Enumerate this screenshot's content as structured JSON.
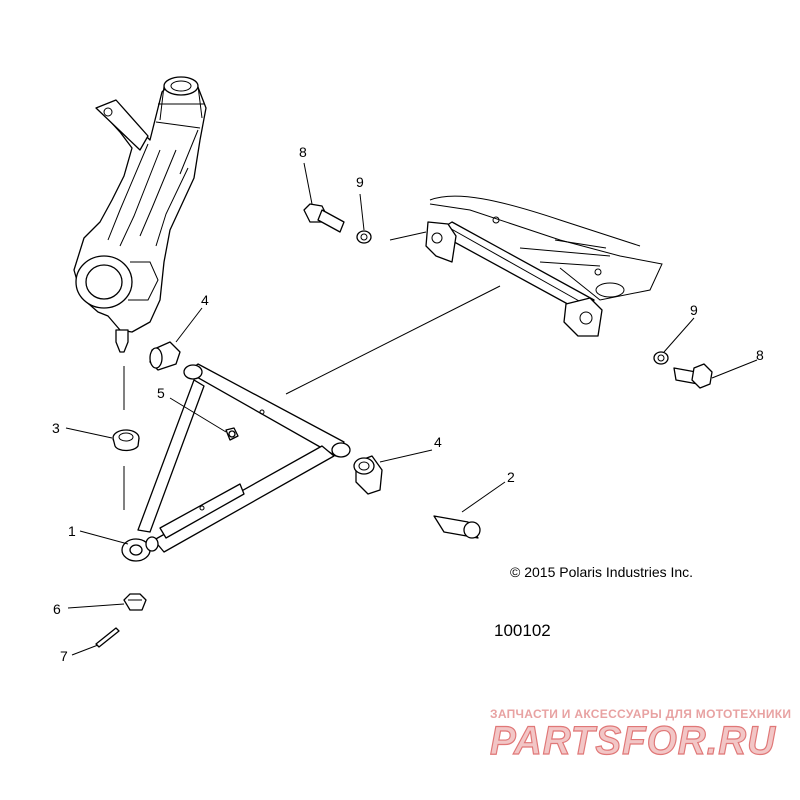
{
  "diagram": {
    "copyright": "© 2015 Polaris Industries Inc.",
    "figure_number": "100102",
    "callouts": [
      {
        "id": "c1",
        "label": "1",
        "part": "a-arm"
      },
      {
        "id": "c2",
        "label": "2",
        "part": "sleeve"
      },
      {
        "id": "c3",
        "label": "3",
        "part": "ball-joint-boot"
      },
      {
        "id": "c4a",
        "label": "4",
        "part": "bushing"
      },
      {
        "id": "c4b",
        "label": "4",
        "part": "bushing"
      },
      {
        "id": "c5",
        "label": "5",
        "part": "grease-fitting"
      },
      {
        "id": "c6",
        "label": "6",
        "part": "castle-nut"
      },
      {
        "id": "c7",
        "label": "7",
        "part": "cotter-pin"
      },
      {
        "id": "c8a",
        "label": "8",
        "part": "bolt"
      },
      {
        "id": "c8b",
        "label": "8",
        "part": "bolt"
      },
      {
        "id": "c9a",
        "label": "9",
        "part": "washer"
      },
      {
        "id": "c9b",
        "label": "9",
        "part": "washer"
      }
    ]
  },
  "watermark": {
    "tagline": "ЗАПЧАСТИ И АКСЕССУАРЫ ДЛЯ МОТОТЕХНИКИ",
    "brand": "PARTSFOR.RU",
    "color": "#e07777"
  }
}
